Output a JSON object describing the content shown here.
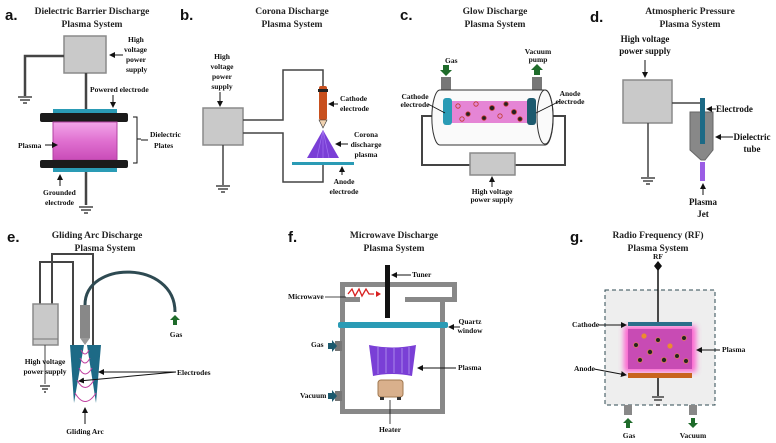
{
  "panels": {
    "a": {
      "letter": "a.",
      "title": [
        "Dielectric Barrier Discharge",
        "Plasma System"
      ],
      "labels": {
        "hv": [
          "High",
          "voltage",
          "power",
          "supply"
        ],
        "powered": "Powered electrode",
        "dielectric": [
          "Dielectric",
          "Plates"
        ],
        "plasma": "Plasma",
        "grounded": [
          "Grounded",
          "electrode"
        ]
      }
    },
    "b": {
      "letter": "b.",
      "title": [
        "Corona Discharge",
        "Plasma System"
      ],
      "labels": {
        "hv": [
          "High",
          "voltage",
          "power",
          "supply"
        ],
        "cathode": [
          "Cathode",
          "electrode"
        ],
        "corona": [
          "Corona",
          "discharge",
          "plasma"
        ],
        "anode": [
          "Anode",
          "electrode"
        ]
      }
    },
    "c": {
      "letter": "c.",
      "title": [
        "Glow Discharge",
        "Plasma System"
      ],
      "labels": {
        "gas": "Gas",
        "vacuum": [
          "Vacuum",
          "pump"
        ],
        "cathode": [
          "Cathode",
          "electrode"
        ],
        "anode": [
          "Anode",
          "electrode"
        ],
        "hv": [
          "High voltage",
          "power supply"
        ]
      }
    },
    "d": {
      "letter": "d.",
      "title": [
        "Atmospheric Pressure",
        "Plasma System"
      ],
      "labels": {
        "hv": [
          "High voltage",
          "power supply"
        ],
        "electrode": "Electrode",
        "tube": [
          "Dielectric",
          "tube"
        ],
        "jet": [
          "Plasma",
          "Jet"
        ]
      }
    },
    "e": {
      "letter": "e.",
      "title": [
        "Gliding Arc Discharge",
        "Plasma System"
      ],
      "labels": {
        "gas": "Gas",
        "hv": [
          "High voltage",
          "power supply"
        ],
        "electrodes": "Electrodes",
        "arc": "Gliding Arc"
      }
    },
    "f": {
      "letter": "f.",
      "title": [
        "Microwave Discharge",
        "Plasma System"
      ],
      "labels": {
        "tuner": "Tuner",
        "microwave": "Microwave",
        "gas": "Gas",
        "quartz": [
          "Quartz",
          "window"
        ],
        "plasma": "Plasma",
        "vacuum": "Vacuum",
        "heater": "Heater"
      }
    },
    "g": {
      "letter": "g.",
      "title": [
        "Radio Frequency (RF)",
        "Plasma System"
      ],
      "labels": {
        "rf": "RF",
        "cathode": "Cathode",
        "plasma": "Plasma",
        "anode": "Anode",
        "gas": "Gas",
        "vacuum": "Vacuum"
      }
    }
  },
  "colors": {
    "electrode": "#2a9bb5",
    "plasma_pink": "#e070d0",
    "plasma_purple": "#7a3fd6",
    "cathode_orange": "#c8501e",
    "gas_arrow": "#1e6b2a",
    "wire": "#444444",
    "box": "#c9c9c9"
  }
}
